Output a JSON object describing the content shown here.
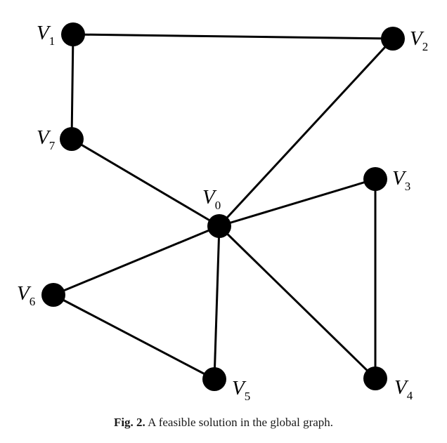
{
  "graph": {
    "nodes": [
      {
        "id": "V0",
        "letter": "V",
        "index": "0"
      },
      {
        "id": "V1",
        "letter": "V",
        "index": "1"
      },
      {
        "id": "V2",
        "letter": "V",
        "index": "2"
      },
      {
        "id": "V3",
        "letter": "V",
        "index": "3"
      },
      {
        "id": "V4",
        "letter": "V",
        "index": "4"
      },
      {
        "id": "V5",
        "letter": "V",
        "index": "5"
      },
      {
        "id": "V6",
        "letter": "V",
        "index": "6"
      },
      {
        "id": "V7",
        "letter": "V",
        "index": "7"
      }
    ],
    "edges": [
      [
        "V1",
        "V2"
      ],
      [
        "V1",
        "V7"
      ],
      [
        "V7",
        "V0"
      ],
      [
        "V2",
        "V0"
      ],
      [
        "V0",
        "V3"
      ],
      [
        "V3",
        "V4"
      ],
      [
        "V0",
        "V4"
      ],
      [
        "V0",
        "V5"
      ],
      [
        "V0",
        "V6"
      ],
      [
        "V6",
        "V5"
      ]
    ],
    "node_color": "#000000",
    "edge_color": "#000000"
  },
  "caption": {
    "figure_number": "Fig. 2.",
    "text": "A feasible solution in the global graph."
  }
}
